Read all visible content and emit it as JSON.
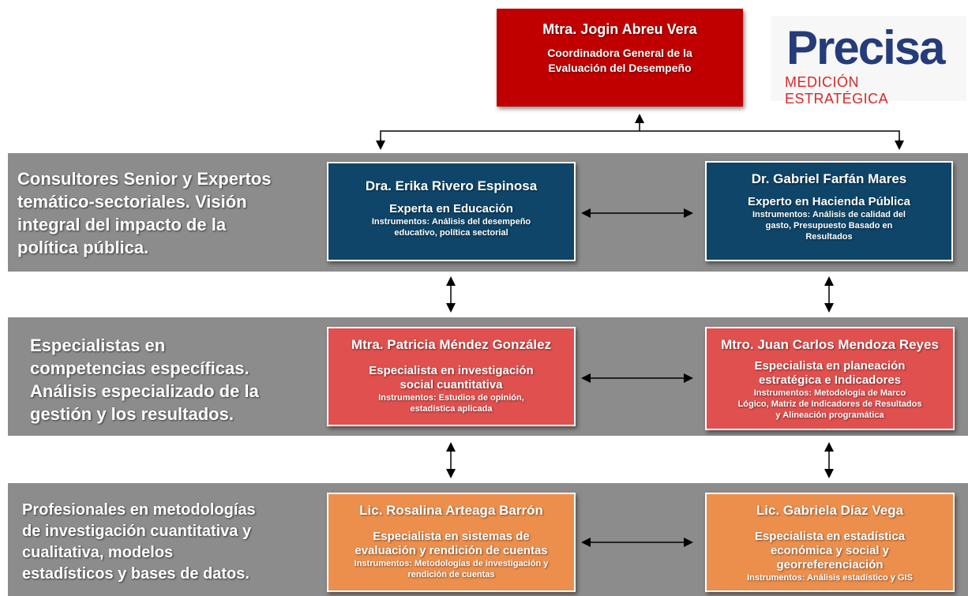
{
  "top": {
    "name": "Mtra. Jogin Abreu Vera",
    "role_line1": "Coordinadora General de la",
    "role_line2": "Evaluación del Desempeño"
  },
  "logo": {
    "word": "Precisa",
    "subtitle": "MEDICIÓN ESTRATÉGICA"
  },
  "tiers": [
    {
      "description": [
        "Consultores Senior y Expertos",
        "temático-sectoriales.  Visión",
        "integral del impacto de la",
        "política pública."
      ],
      "left": {
        "name": "Dra. Erika Rivero Espinosa",
        "role": "Experta en Educación",
        "instruments": [
          "Instrumentos: Análisis del desempeño",
          "educativo, política sectorial"
        ]
      },
      "right": {
        "name": "Dr. Gabriel Farfán Mares",
        "role": "Experto en Hacienda Pública",
        "instruments": [
          "Instrumentos: Análisis de calidad del",
          "gasto, Presupuesto Basado en",
          "Resultados"
        ]
      }
    },
    {
      "description": [
        "Especialistas en",
        "competencias específicas.",
        "Análisis especializado de la",
        "gestión y los resultados."
      ],
      "left": {
        "name": "Mtra. Patricia Méndez González",
        "role_lines": [
          "Especialista en investigación",
          "social cuantitativa"
        ],
        "instruments": [
          "Instrumentos: Estudios de opinión,",
          "estadística aplicada"
        ]
      },
      "right": {
        "name": "Mtro. Juan Carlos Mendoza Reyes",
        "role_lines": [
          "Especialista en planeación",
          "estratégica e Indicadores"
        ],
        "instruments": [
          "Instrumentos: Metodología de Marco",
          "Lógico, Matriz de Indicadores de Resultados",
          "y Alineación programática"
        ]
      }
    },
    {
      "description": [
        "Profesionales en metodologías",
        "de investigación cuantitativa y",
        "cualitativa,  modelos",
        "estadísticos y bases de datos."
      ],
      "left": {
        "name": "Lic. Rosalina Arteaga Barrón",
        "role_lines": [
          "Especialista en sistemas de",
          "evaluación y rendición de cuentas"
        ],
        "instruments": [
          "Instrumentos: Metodologías de investigación y",
          "rendición de cuentas"
        ]
      },
      "right": {
        "name": "Lic. Gabriela Díaz Vega",
        "role_lines": [
          "Especialista en estadística",
          "económica y social y",
          "georreferenciación"
        ],
        "instruments": [
          "Instrumentos: Análisis estadístico y GIS"
        ]
      }
    }
  ]
}
